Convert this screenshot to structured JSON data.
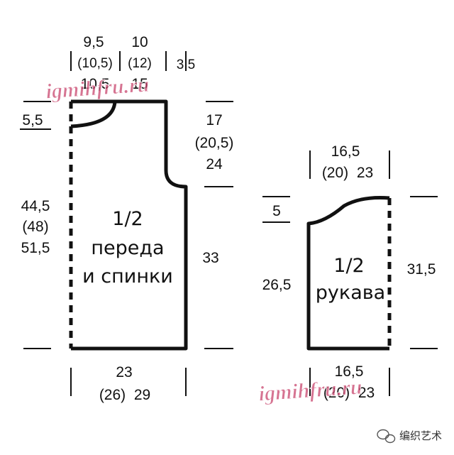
{
  "colors": {
    "line": "#111111",
    "watermark": "#c8466e",
    "background": "#ffffff"
  },
  "watermark": {
    "text": "igmihfru.ru",
    "text2": "igmihfru.ru"
  },
  "brand": {
    "text": "编织艺术",
    "icon": "chat-bubble-icon"
  },
  "front_back": {
    "title_line1": "1/2",
    "title_line2": "переда",
    "title_line3": "и спинки",
    "top_left_width": "9,5",
    "top_left_width_m": "(10,5)",
    "top_left_width_l": "10,5",
    "neck_width": "10",
    "neck_width_m": "(12)",
    "neck_width_l": "15",
    "shoulder_width": "3,5",
    "neck_depth": "5,5",
    "armhole_height": "17",
    "armhole_height_m": "(20,5)",
    "armhole_height_l": "24",
    "total_height": "44,5",
    "total_height_m": "(48)",
    "total_height_l": "51,5",
    "side_length": "33",
    "bottom_width": "23",
    "bottom_width_m_l": "(26)  29"
  },
  "sleeve": {
    "title_line1": "1/2",
    "title_line2": "рукава",
    "top_width": "16,5",
    "top_width_m_l": "(20)  23",
    "cap_height": "5",
    "left_height": "26,5",
    "right_height": "31,5",
    "bottom_width": "16,5",
    "bottom_width_m_l": "(20)  23"
  }
}
